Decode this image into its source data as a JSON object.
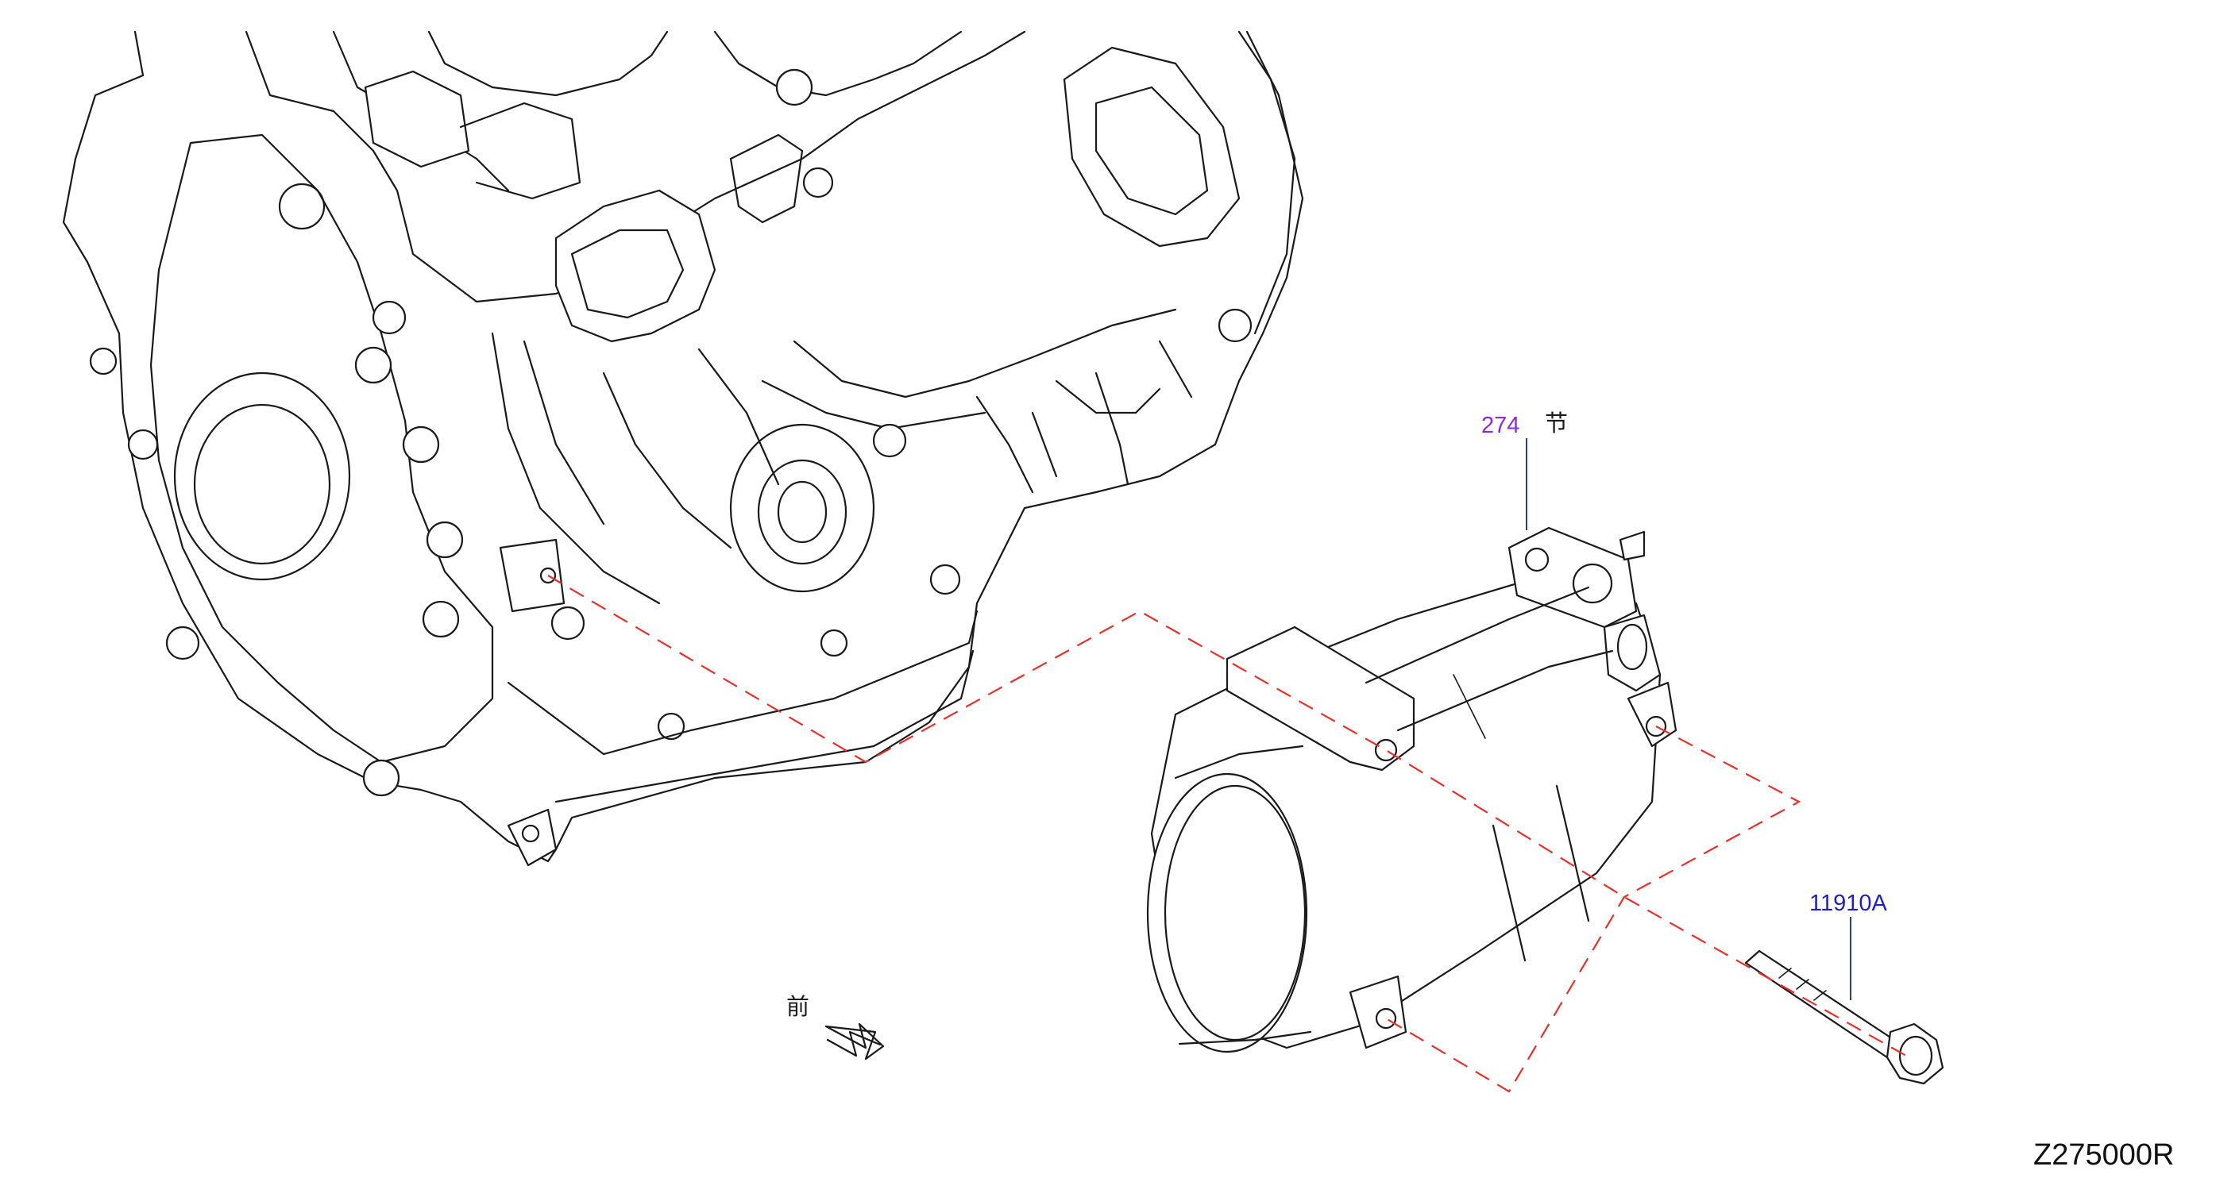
{
  "callouts": [
    {
      "part_number": "274",
      "note": "节",
      "color": "#8a2be2"
    },
    {
      "part_number": "11910A",
      "color": "#1f1fcf"
    }
  ],
  "front_indicator": {
    "label": "前",
    "icon": "front-direction-arrow-icon"
  },
  "drawing_code": "Z275000R",
  "colors": {
    "line": "#1a1a1a",
    "assembly_dash": "#e8312a",
    "leader": "#2a3a8c"
  }
}
